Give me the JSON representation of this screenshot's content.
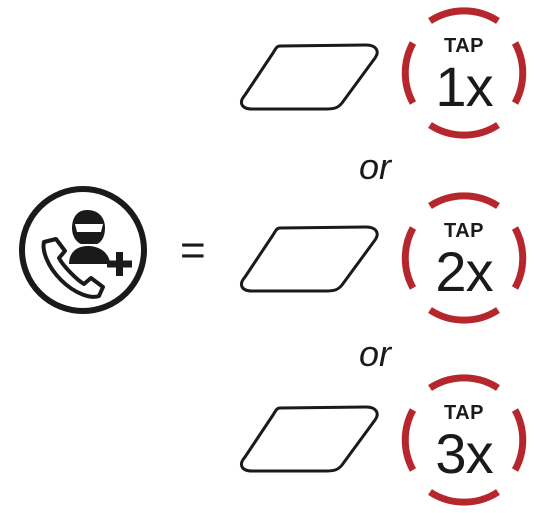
{
  "function_icon": {
    "icon": "phone-add-participant-icon",
    "description_name": "add-participant-call-icon"
  },
  "equals": "=",
  "separator_text": "or",
  "button_icon": "button-outline-icon",
  "options": [
    {
      "tap_label": "TAP",
      "tap_count": "1x"
    },
    {
      "tap_label": "TAP",
      "tap_count": "2x"
    },
    {
      "tap_label": "TAP",
      "tap_count": "3x"
    }
  ],
  "colors": {
    "ring": "#b5272d",
    "ink": "#1a1a1a"
  }
}
